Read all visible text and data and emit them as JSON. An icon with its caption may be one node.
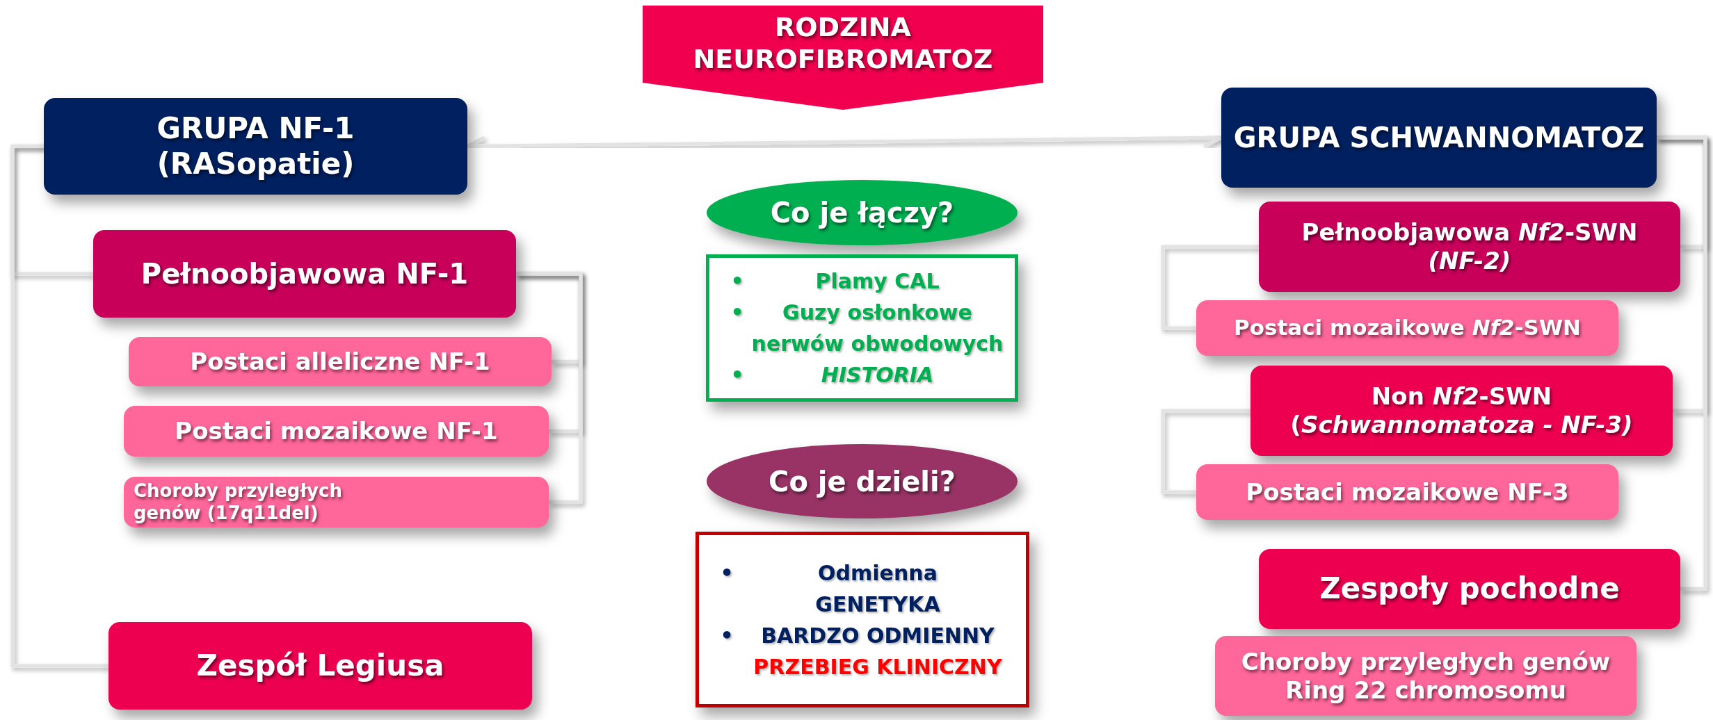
{
  "diagram": {
    "nodes": [
      {
        "text": [
          "RODZINA NEUROFIBROMATOZ"
        ]
      },
      {
        "text": [
          "GRUPA NF-1 (RASopatie)"
        ]
      },
      {
        "text": [
          "Pełnoobjawowa NF-1"
        ]
      },
      {
        "text": [
          "Postaci alleliczne NF-1"
        ]
      },
      {
        "text": [
          "Postaci mozaikowe NF-1"
        ]
      },
      {
        "text": [
          "Choroby przyległych genów (17q11del)"
        ]
      },
      {
        "text": [
          "Zespół Legiusa"
        ]
      },
      {
        "text": [
          "Co je łączy?"
        ]
      },
      {
        "text": [
          "•",
          "Plamy CAL",
          "•",
          "Guzy osłonkowe nerwów obwodowych",
          "•",
          "*HISTORIA*"
        ]
      },
      {
        "text": [
          "Co je dzieli?"
        ]
      },
      {
        "text": [
          "•",
          "Odmienna GENETYKA",
          "•",
          "BARDZO ODMIENNY",
          "PRZEBIEG KLINICZNY"
        ]
      },
      {
        "text": [
          "GRUPA SCHWANNOMATOZ"
        ]
      },
      {
        "text": [
          "Pełnoobjawowa *Nf2*-SWN *(NF-2)*"
        ]
      },
      {
        "text": [
          "Postaci mozaikowe *Nf2*-SWN"
        ]
      },
      {
        "text": [
          "Non *Nf2*-SWN (*Schwannomatoza - NF-3)*"
        ]
      },
      {
        "text": [
          "Postaci mozaikowe NF-3"
        ]
      },
      {
        "text": [
          "Zespoły pochodne"
        ]
      },
      {
        "text": [
          "Choroby przyległych genów Ring 22 chromosomu"
        ]
      }
    ],
    "edges": [
      {
        "from": 1,
        "to": 11,
        "arrow": "both"
      },
      {
        "from": 1,
        "to": 2,
        "arrow": "none"
      },
      {
        "from": 1,
        "to": 6,
        "arrow": "none"
      },
      {
        "from": 2,
        "to": 3,
        "arrow": "none"
      },
      {
        "from": 2,
        "to": 4,
        "arrow": "none"
      },
      {
        "from": 2,
        "to": 5,
        "arrow": "none"
      },
      {
        "from": 11,
        "to": 12,
        "arrow": "none"
      },
      {
        "from": 11,
        "to": 14,
        "arrow": "none"
      },
      {
        "from": 11,
        "to": 16,
        "arrow": "none"
      },
      {
        "from": 12,
        "to": 13,
        "arrow": "none"
      },
      {
        "from": 14,
        "to": 15,
        "arrow": "none"
      }
    ]
  }
}
